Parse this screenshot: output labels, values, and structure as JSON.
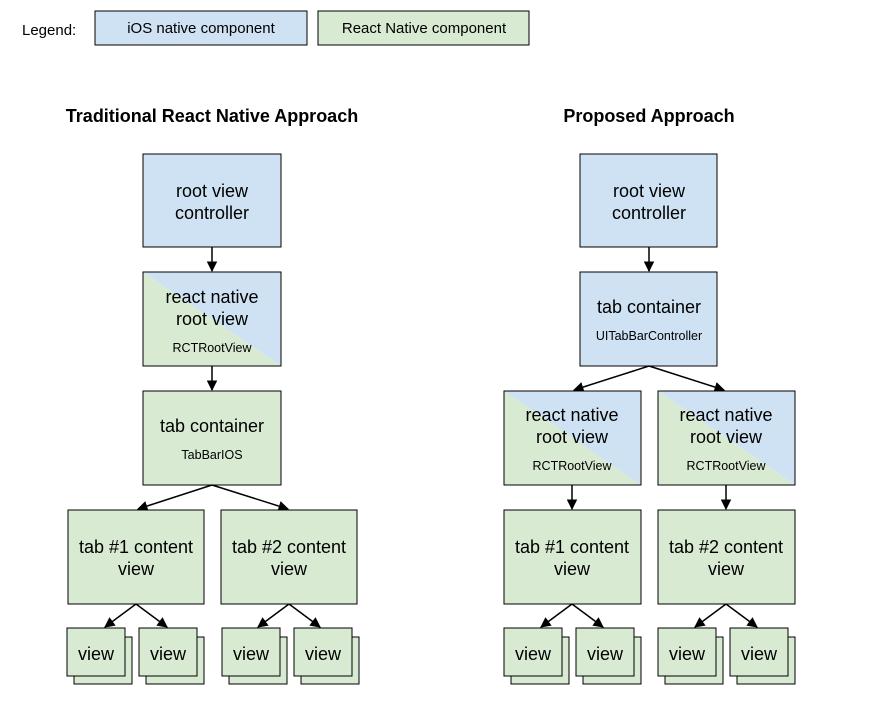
{
  "legend": {
    "label": "Legend:",
    "items": [
      {
        "text": "iOS native component",
        "kind": "ios"
      },
      {
        "text": "React Native component",
        "kind": "rn"
      }
    ]
  },
  "colors": {
    "ios": "#cfe2f3",
    "rn": "#d9ead3",
    "stroke": "#000000"
  },
  "left": {
    "heading": "Traditional React Native Approach",
    "root": {
      "line1": "root view",
      "line2": "controller"
    },
    "rn_root": {
      "line1": "react native",
      "line2": "root view",
      "sub": "RCTRootView"
    },
    "tab_container": {
      "line1": "tab container",
      "sub": "TabBarIOS"
    },
    "tab1": {
      "line1": "tab #1 content",
      "line2": "view"
    },
    "tab2": {
      "line1": "tab #2 content",
      "line2": "view"
    },
    "view_label": "view"
  },
  "right": {
    "heading": "Proposed Approach",
    "root": {
      "line1": "root view",
      "line2": "controller"
    },
    "tab_container": {
      "line1": "tab container",
      "sub": "UITabBarController"
    },
    "rn_root1": {
      "line1": "react native",
      "line2": "root view",
      "sub": "RCTRootView"
    },
    "rn_root2": {
      "line1": "react native",
      "line2": "root view",
      "sub": "RCTRootView"
    },
    "tab1": {
      "line1": "tab #1 content",
      "line2": "view"
    },
    "tab2": {
      "line1": "tab #2 content",
      "line2": "view"
    },
    "view_label": "view"
  }
}
